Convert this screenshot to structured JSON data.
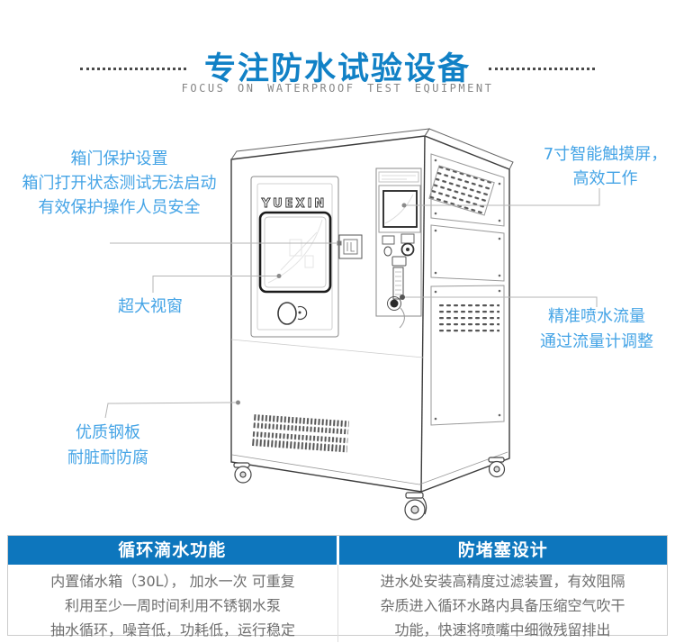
{
  "header": {
    "title": "专注防水试验设备",
    "subtitle": "FOCUS ON WATERPROOF TEST EQUIPMENT"
  },
  "colors": {
    "title_blue": "#1181c6",
    "callout_blue": "#45a4e6",
    "header_bar_blue": "#0d76bd",
    "body_text_gray": "#6e6e6e",
    "leader_line_gray": "#b5b5b5"
  },
  "machine": {
    "brand": "YUEXIN"
  },
  "callouts": [
    {
      "id": "door-protection",
      "lines": [
        "箱门保护设置",
        "箱门打开状态测试无法启动",
        "有效保护操作人员安全"
      ]
    },
    {
      "id": "large-window",
      "lines": [
        "超大视窗"
      ]
    },
    {
      "id": "steel-plate",
      "lines": [
        "优质钢板",
        "耐脏耐防腐"
      ]
    },
    {
      "id": "touch-screen",
      "lines": [
        "7寸智能触摸屏，",
        "高效工作"
      ]
    },
    {
      "id": "flow-meter",
      "lines": [
        "精准喷水流量",
        "通过流量计调整"
      ]
    }
  ],
  "features": [
    {
      "header": "循环滴水功能",
      "lines": [
        "内置储水箱（30L）， 加水一次 可重复",
        "利用至少一周时间利用不锈钢水泵",
        "抽水循环，噪音低，功耗低，运行稳定"
      ]
    },
    {
      "header": "防堵塞设计",
      "lines": [
        "进水处安装高精度过滤装置，有效阻隔",
        "杂质进入循环水路内具备压缩空气吹干",
        "功能，快速将喷嘴中细微残留排出"
      ]
    }
  ]
}
